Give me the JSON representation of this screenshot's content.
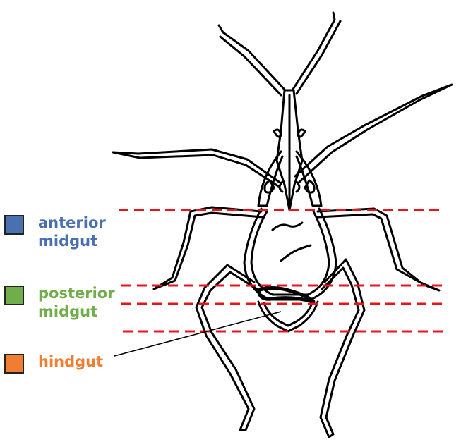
{
  "legend": [
    {
      "label": "anterior\nmidgut",
      "color": "#4a70b0"
    },
    {
      "label": "posterior\nmidgut",
      "color": "#72ad4b"
    },
    {
      "label": "hindgut",
      "color": "#ef7e32"
    }
  ],
  "colors": {
    "outline": "#000000",
    "divider": "#e8141c"
  }
}
